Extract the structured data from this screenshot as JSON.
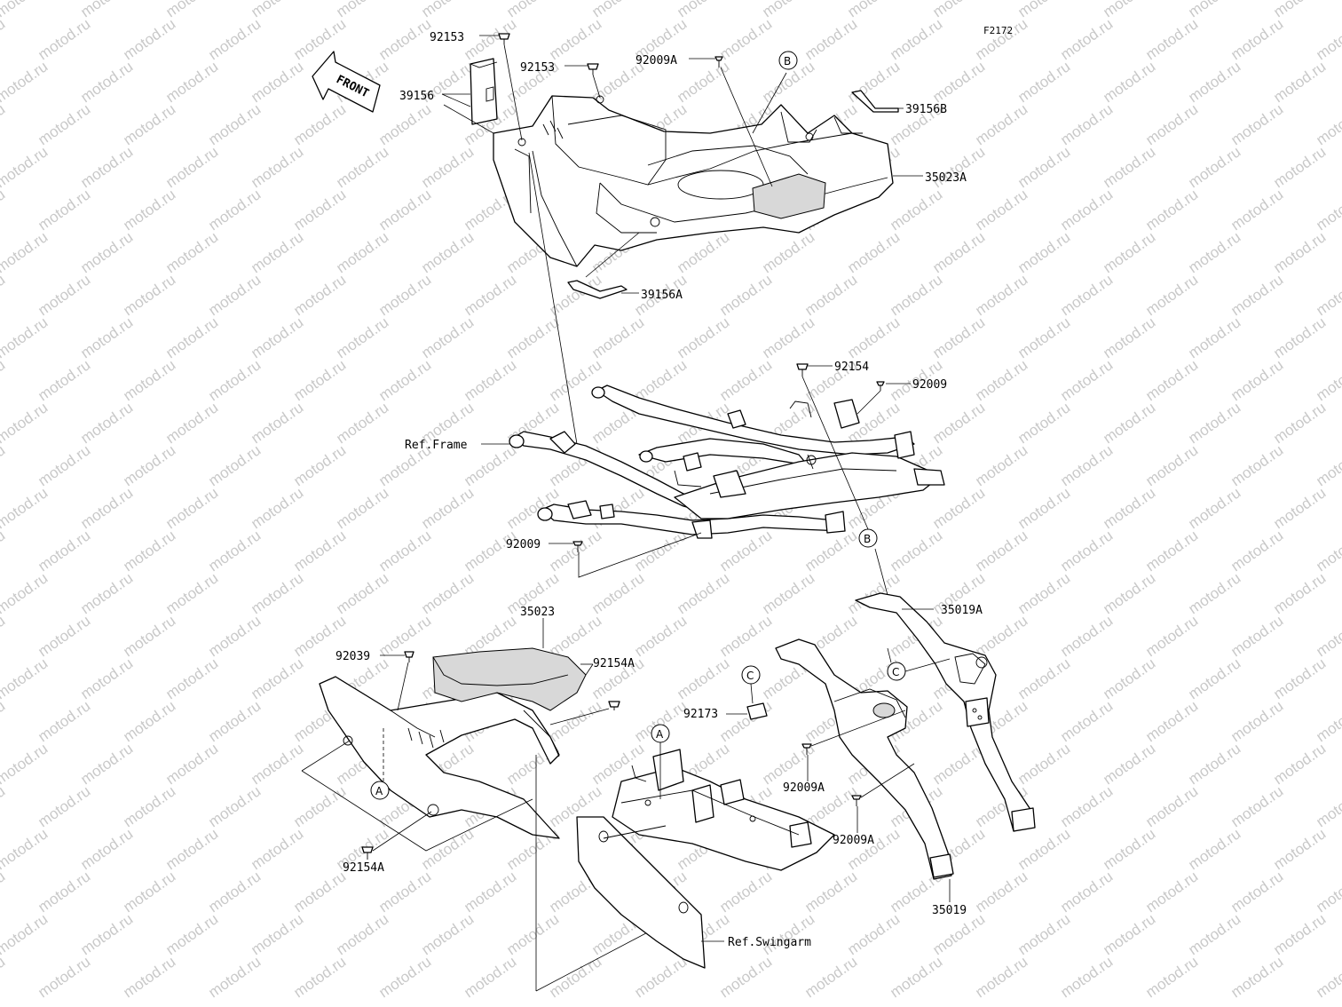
{
  "figure_code": "F2172",
  "front_label": "FRONT",
  "watermark_text": "motod.ru",
  "callouts": {
    "p92153_a": "92153",
    "p92153_b": "92153",
    "p92009A_top": "92009A",
    "p39156": "39156",
    "p39156B": "39156B",
    "p35023A": "35023A",
    "p39156A": "39156A",
    "p92154": "92154",
    "p92009_top": "92009",
    "ref_frame": "Ref.Frame",
    "p92009_mid": "92009",
    "p35019A": "35019A",
    "p35023": "35023",
    "p92039": "92039",
    "p92154A_top": "92154A",
    "p92173": "92173",
    "p92009A_1": "92009A",
    "p92009A_2": "92009A",
    "p92154A_bottom": "92154A",
    "p35019": "35019",
    "ref_swingarm": "Ref.Swingarm"
  },
  "reference_markers": {
    "b_top": "B",
    "b_mid": "B",
    "c_left": "C",
    "c_right": "C",
    "a_left": "A",
    "a_right": "A"
  }
}
